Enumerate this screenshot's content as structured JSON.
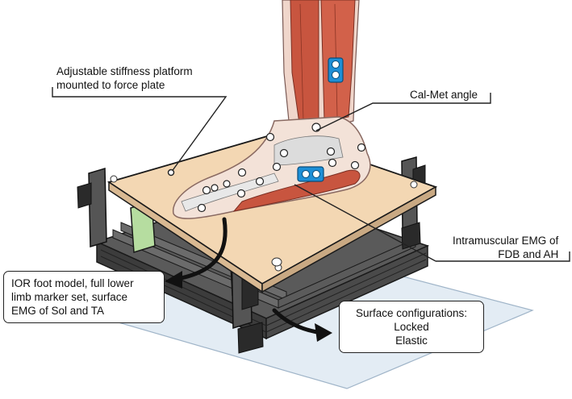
{
  "labels": {
    "platform": [
      "Adjustable stiffness platform",
      "mounted to force plate"
    ],
    "calmet": "Cal-Met angle",
    "emg": [
      "Intramuscular EMG of",
      "FDB and AH"
    ],
    "ior": [
      "IOR foot model, full lower",
      "limb marker set, surface",
      "EMG of Sol and TA"
    ],
    "surface": [
      "Surface configurations:",
      "Locked",
      "Elastic"
    ]
  },
  "colors": {
    "platform_top": "#f3d7b3",
    "frame": "#4a4a4a",
    "spring": "#b6dda0",
    "force_plate": "#dfe9f2",
    "muscle": "#c8553f",
    "emg_sensor": "#1e8fd6"
  }
}
